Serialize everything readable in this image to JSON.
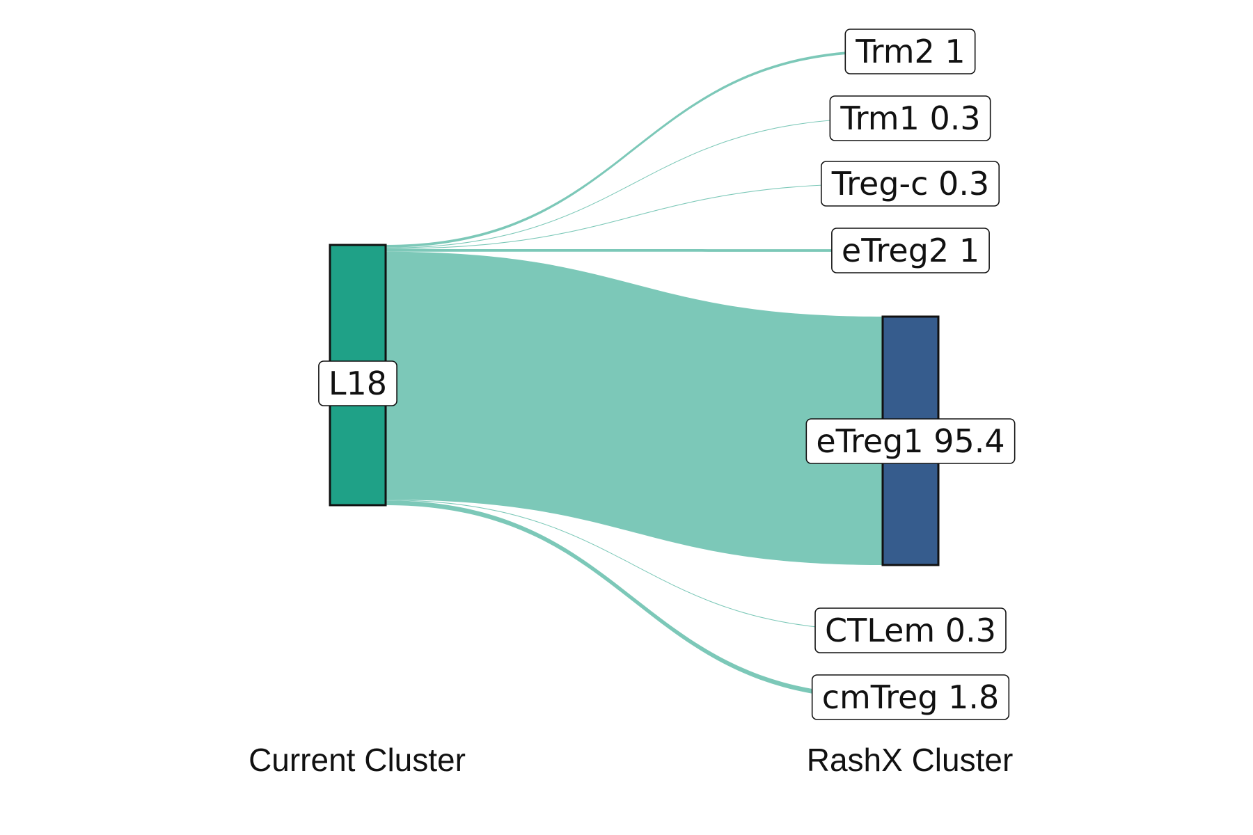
{
  "diagram": {
    "type": "sankey",
    "source_axis_label": "Current Cluster",
    "target_axis_label": "RashX Cluster",
    "colors": {
      "flow": "#7cc8b8",
      "source_node": "#1fa187",
      "target_node": "#365c8d",
      "outline": "#111111"
    },
    "source": {
      "label": "L18"
    },
    "targets": [
      {
        "name": "Trm2",
        "value": 1,
        "label": "Trm2 1"
      },
      {
        "name": "Trm1",
        "value": 0.3,
        "label": "Trm1 0.3"
      },
      {
        "name": "Treg-c",
        "value": 0.3,
        "label": "Treg-c 0.3"
      },
      {
        "name": "eTreg2",
        "value": 1,
        "label": "eTreg2 1"
      },
      {
        "name": "eTreg1",
        "value": 95.4,
        "label": "eTreg1 95.4"
      },
      {
        "name": "CTLem",
        "value": 0.3,
        "label": "CTLem 0.3"
      },
      {
        "name": "cmTreg",
        "value": 1.8,
        "label": "cmTreg 1.8"
      }
    ]
  }
}
